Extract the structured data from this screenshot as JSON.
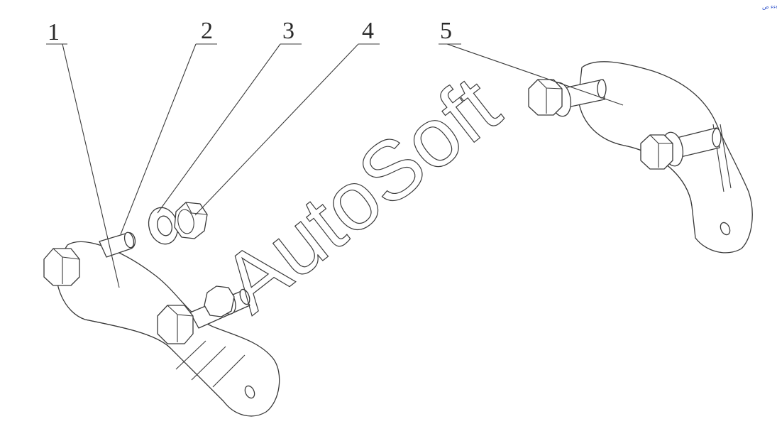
{
  "callouts": [
    {
      "label": "1"
    },
    {
      "label": "2"
    },
    {
      "label": "3"
    },
    {
      "label": "4"
    },
    {
      "label": "5"
    }
  ],
  "watermark": "AutoSoft",
  "corner_mark": "ءءء ص"
}
